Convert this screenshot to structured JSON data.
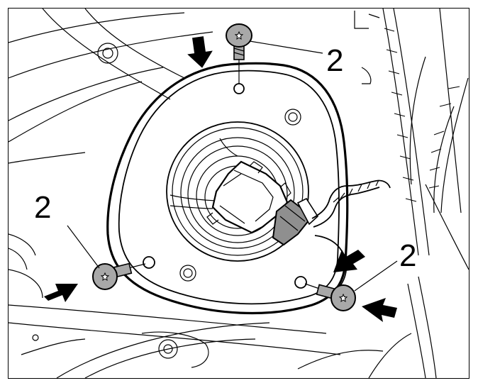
{
  "callouts": {
    "top": "2",
    "left": "2",
    "right": "2"
  },
  "colors": {
    "line": "#000000",
    "fill_screw": "#a8a8a8",
    "fill_plug": "#8f8f8f",
    "background": "#ffffff"
  },
  "icons": {
    "arrow": "arrow-icon",
    "screw": "torx-screw-icon"
  }
}
